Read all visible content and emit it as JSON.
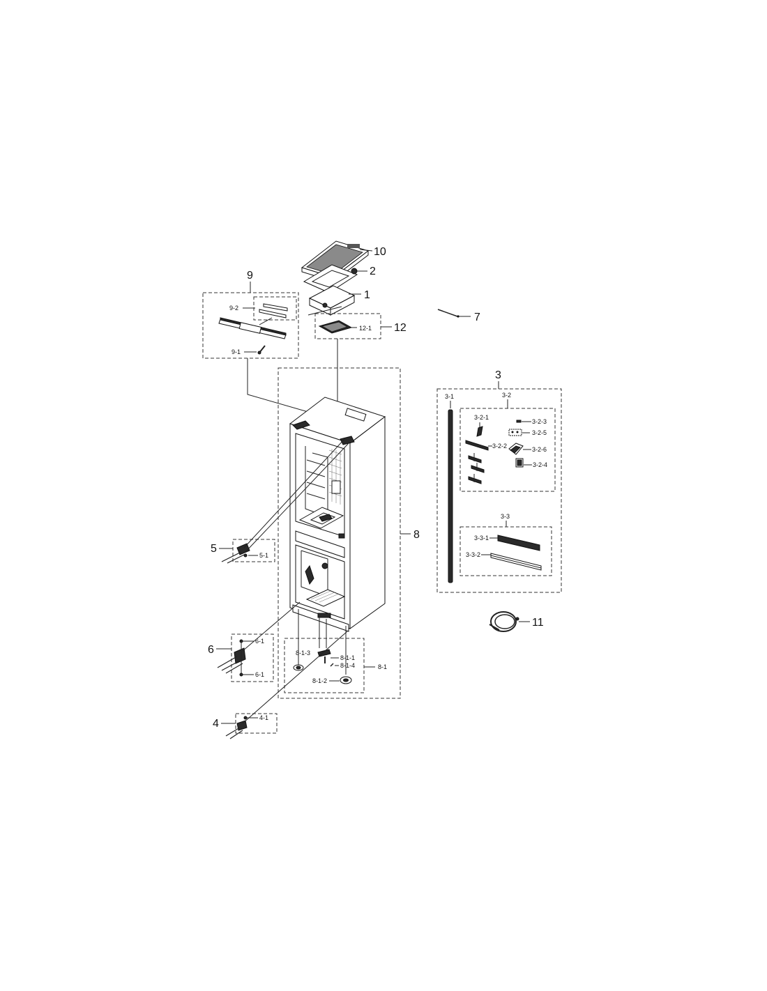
{
  "labels": {
    "l10": "10",
    "l2": "2",
    "l1": "1",
    "l9": "9",
    "l9_2": "9-2",
    "l9_1": "9-1",
    "l12": "12",
    "l12_1": "12-1",
    "l7": "7",
    "l3": "3",
    "l3_1": "3-1",
    "l3_2": "3-2",
    "l3_2_1": "3-2-1",
    "l3_2_2": "3-2-2",
    "l3_2_3": "3-2-3",
    "l3_2_4": "3-2-4",
    "l3_2_5": "3-2-5",
    "l3_2_6": "3-2-6",
    "l3_3": "3-3",
    "l3_3_1": "3-3-1",
    "l3_3_2": "3-3-2",
    "l8": "8",
    "l8_1": "8-1",
    "l8_1_1": "8-1-1",
    "l8_1_2": "8-1-2",
    "l8_1_3": "8-1-3",
    "l8_1_4": "8-1-4",
    "l5": "5",
    "l5_1": "5-1",
    "l6": "6",
    "l6_1a": "6-1",
    "l6_1b": "6-1",
    "l4": "4",
    "l4_1": "4-1",
    "l11": "11"
  }
}
